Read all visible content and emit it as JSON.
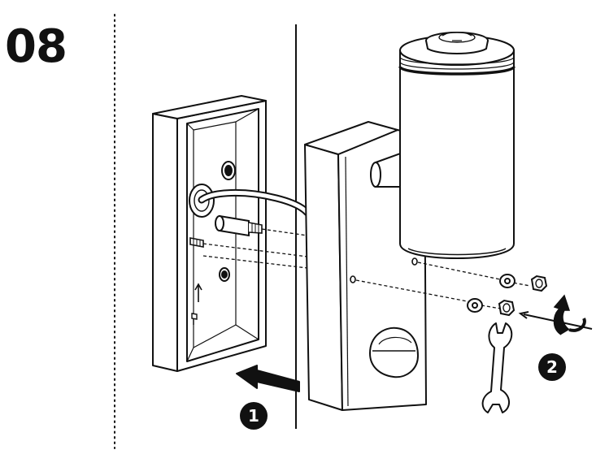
{
  "step": {
    "number": "08"
  },
  "callouts": [
    {
      "id": "1",
      "label": "1"
    },
    {
      "id": "2",
      "label": "2"
    }
  ],
  "icons": [
    "wrench-icon",
    "push-arrow-icon",
    "rotate-arrow-icon",
    "up-arrow-icon"
  ],
  "colors": {
    "line": "#111111",
    "fill": "#ffffff",
    "callout": "#111111"
  }
}
